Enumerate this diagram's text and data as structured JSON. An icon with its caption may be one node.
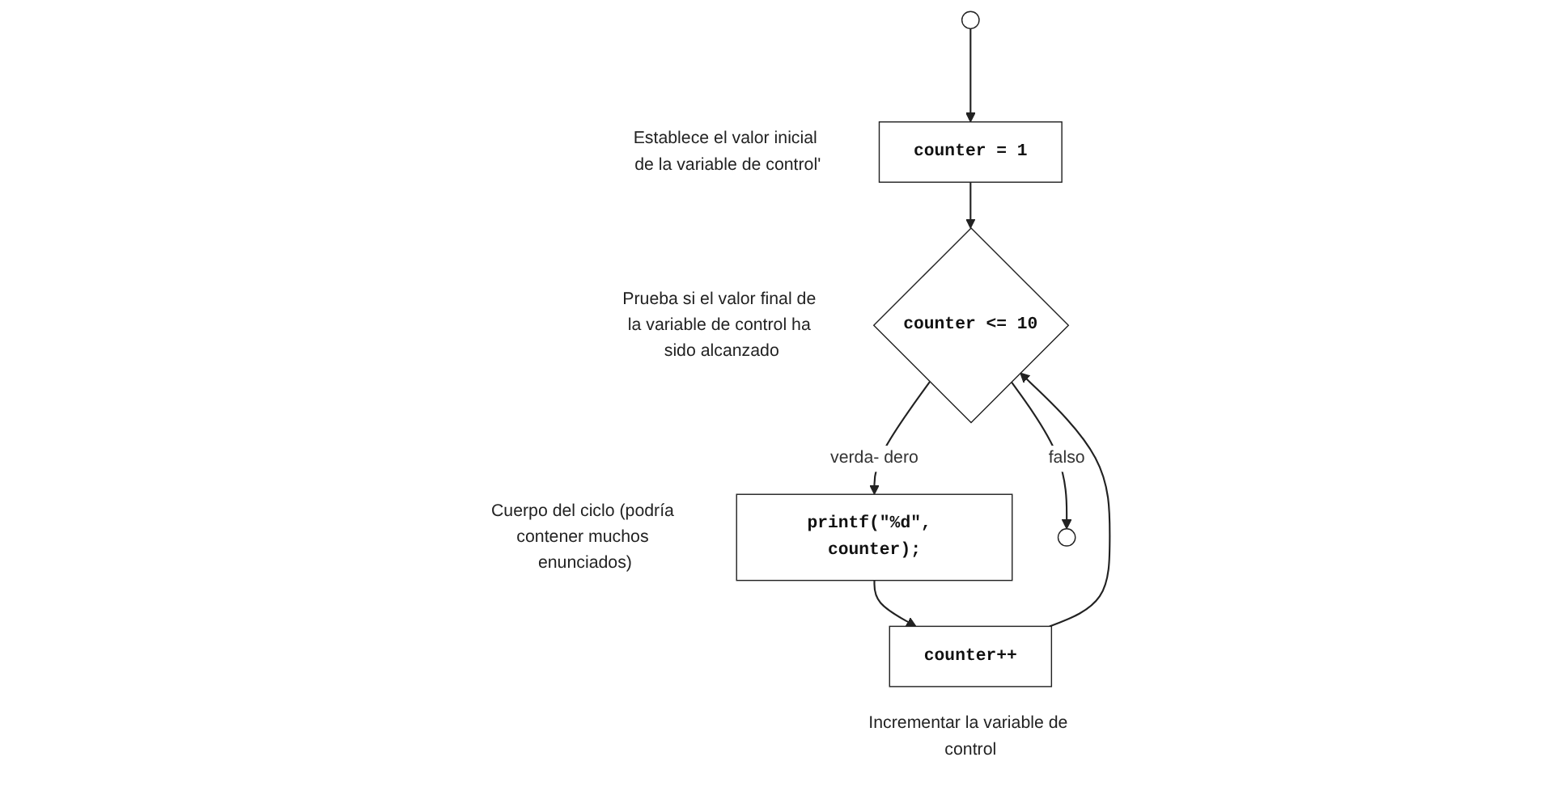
{
  "diagram": {
    "nodes": [
      {
        "text": [],
        "shape": "circle"
      },
      {
        "text": [
          "counter = 1"
        ],
        "beside": [
          "Establece el valor inicial de la variable de control'"
        ]
      },
      {
        "text": [
          "counter <= 10"
        ],
        "beside": [
          "Prueba si el valor final de la variable de control ha sido alcanzado"
        ]
      },
      {
        "text": [
          "printf(\"%d\", counter);"
        ],
        "beside": [
          "Cuerpo del ciclo (podría contener muchos enunciados)"
        ]
      },
      {
        "text": [
          "counter++"
        ],
        "beside": [
          "Incrementar la variable de control"
        ]
      },
      {
        "text": [],
        "shape": "circle"
      }
    ],
    "edges": [
      {
        "from": 0,
        "to": 1,
        "arrow": "to"
      },
      {
        "from": 1,
        "to": 2,
        "arrow": "to"
      },
      {
        "from": 2,
        "to": 3,
        "arrow": "to",
        "label": "verda- dero"
      },
      {
        "from": 3,
        "to": 4,
        "arrow": "to"
      },
      {
        "from": 4,
        "to": 2,
        "arrow": "to"
      },
      {
        "from": 2,
        "to": 5,
        "arrow": "to",
        "label": "falso"
      }
    ]
  }
}
